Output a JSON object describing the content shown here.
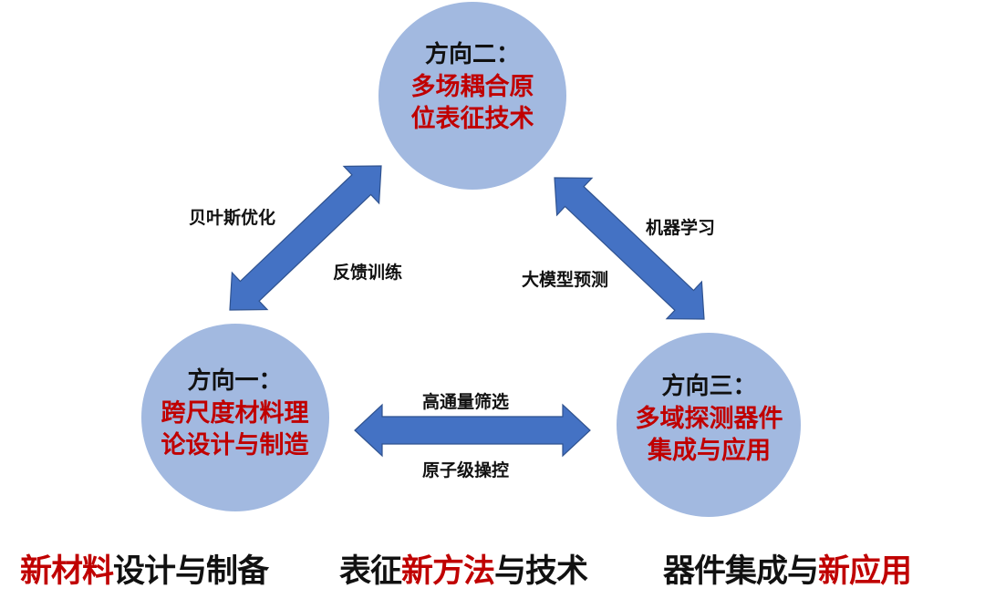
{
  "colors": {
    "circle_fill": "#a2b9e0",
    "arrow_fill": "#4472c4",
    "arrow_stroke": "#2f528f",
    "highlight_red": "#c00000",
    "text_dark": "#111111"
  },
  "nodes": {
    "top": {
      "title": "方向二：",
      "lines": [
        "多场耦合原",
        "位表征技术"
      ]
    },
    "left": {
      "title": "方向一：",
      "lines": [
        "跨尺度材料理",
        "论设计与制造"
      ]
    },
    "right": {
      "title": "方向三：",
      "lines": [
        "多域探测器件",
        "集成与应用"
      ]
    }
  },
  "edges": {
    "left_top": {
      "labels": [
        "贝叶斯优化",
        "反馈训练"
      ]
    },
    "top_right": {
      "labels": [
        "机器学习",
        "大模型预测"
      ]
    },
    "left_right": {
      "labels": [
        "高通量筛选",
        "原子级操控"
      ]
    }
  },
  "footer": [
    {
      "highlight": "新材料",
      "rest": "设计与制备"
    },
    {
      "prefix": "表征",
      "highlight": "新方法",
      "rest": "与技术"
    },
    {
      "prefix": "器件集成与",
      "highlight": "新应用"
    }
  ]
}
